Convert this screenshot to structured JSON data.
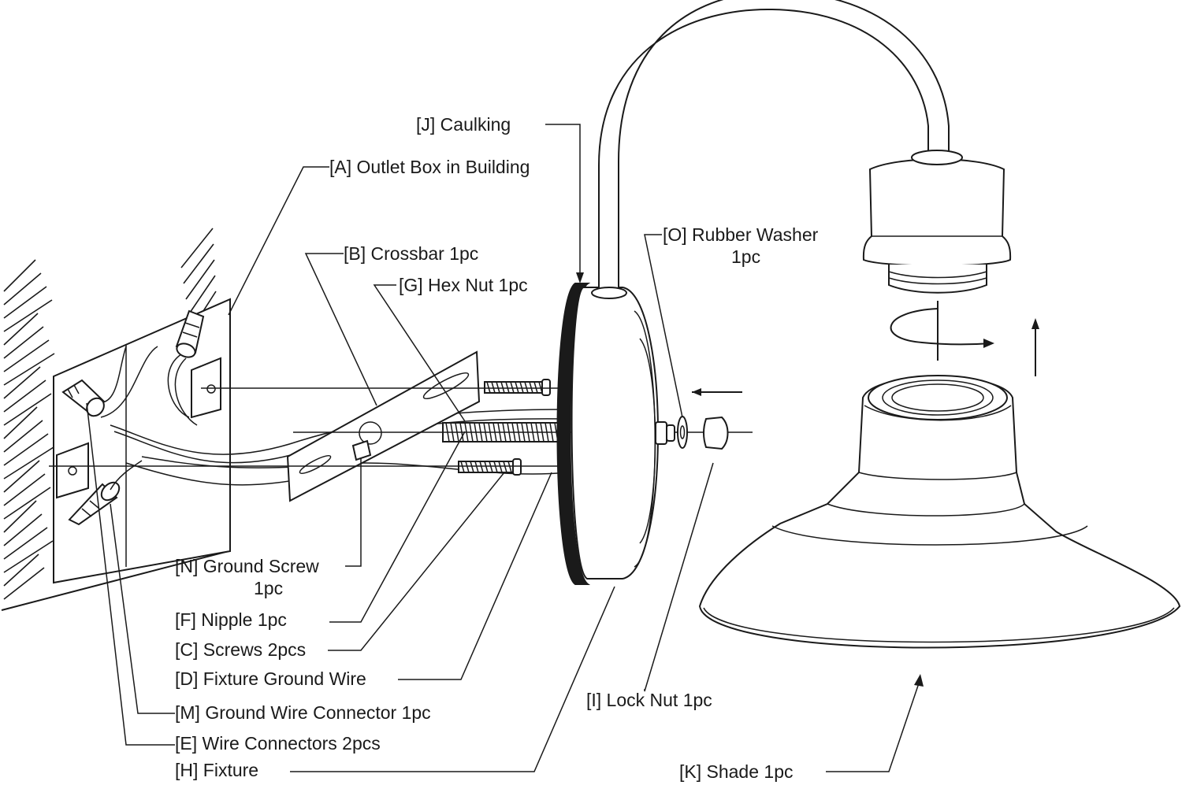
{
  "labels": {
    "caulking": "[J] Caulking",
    "outlet_box": "[A] Outlet Box in Building",
    "crossbar": "[B] Crossbar 1pc",
    "hex_nut": "[G] Hex Nut 1pc",
    "rubber_washer_1": "[O] Rubber Washer",
    "rubber_washer_2": "1pc",
    "ground_screw_1": "[N] Ground Screw",
    "ground_screw_2": "1pc",
    "nipple": "[F] Nipple 1pc",
    "screws": "[C] Screws 2pcs",
    "fixture_ground_wire": "[D] Fixture Ground Wire",
    "ground_wire_connector": "[M] Ground Wire Connector 1pc",
    "wire_connectors": "[E] Wire Connectors 2pcs",
    "fixture": "[H] Fixture",
    "lock_nut": "[I] Lock Nut 1pc",
    "shade": "[K] Shade 1pc"
  }
}
